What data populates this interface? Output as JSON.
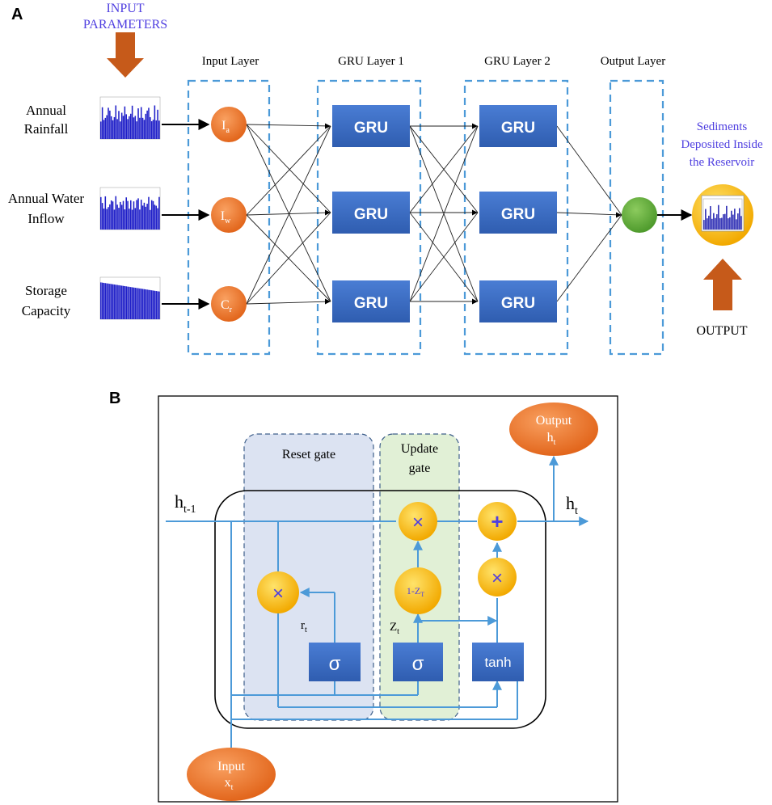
{
  "panel_a": {
    "label": "A",
    "input_parameters": [
      "INPUT",
      "PARAMETERS"
    ],
    "inputs": [
      {
        "lines": [
          "Annual",
          "Rainfall"
        ],
        "node": "I",
        "sub": "a"
      },
      {
        "lines": [
          "Annual Water",
          "Inflow"
        ],
        "node": "I",
        "sub": "w"
      },
      {
        "lines": [
          "Storage",
          "Capacity"
        ],
        "node": "C",
        "sub": "r"
      }
    ],
    "layers": [
      "Input Layer",
      "GRU Layer 1",
      "GRU Layer 2",
      "Output Layer"
    ],
    "gru_label": "GRU",
    "result": [
      "Sediments",
      "Deposited Inside",
      "the Reservoir"
    ],
    "output_label": "OUTPUT"
  },
  "panel_b": {
    "label": "B",
    "reset_gate": "Reset gate",
    "update_gate": [
      "Update",
      "gate"
    ],
    "output_node": {
      "line1": "Output",
      "h": "h",
      "sub": "t"
    },
    "input_node": {
      "line1": "Input",
      "x": "x",
      "sub": "t"
    },
    "h_prev": {
      "h": "h",
      "sub": "t-1"
    },
    "h_next": {
      "h": "h",
      "sub": "t"
    },
    "r_t": {
      "r": "r",
      "sub": "t"
    },
    "z_t": {
      "z": "Z",
      "sub": "t"
    },
    "one_minus_z": {
      "text": "1-Z",
      "sub": "T"
    },
    "sigma": "σ",
    "tanh": "tanh",
    "times": "×",
    "plus": "+"
  },
  "colors": {
    "orange": "#F07A2B",
    "blue_box": "#3F70C8",
    "dash": "#4C9AD8",
    "arrow_brown": "#C65A1A",
    "purple_text": "#4F3FE0",
    "yellow": "#F6B800",
    "green_node": "#5DAA3A",
    "reset_bg": "#DCE3F2",
    "update_bg": "#E1F0D6"
  }
}
